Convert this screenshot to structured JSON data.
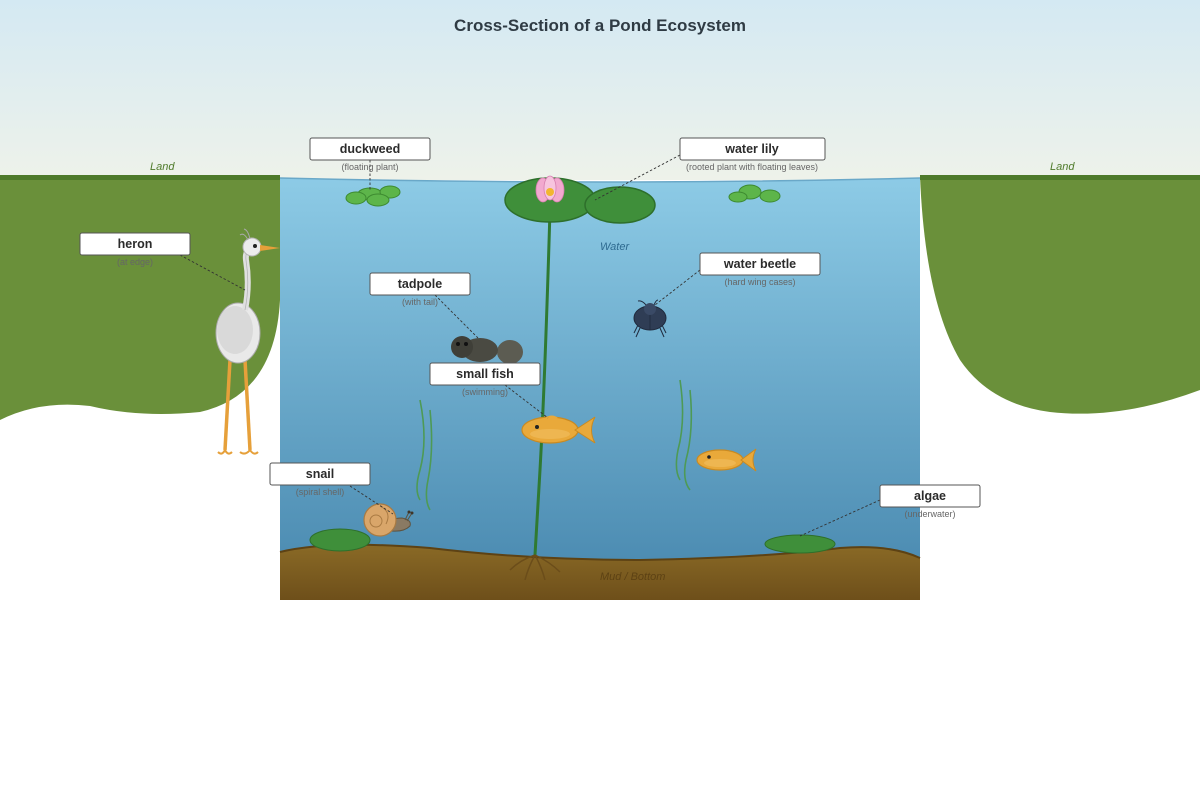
{
  "title": "Cross-Section of a Pond Ecosystem",
  "regions": {
    "land_left": "Land",
    "land_right": "Land",
    "water": "Water",
    "bottom": "Mud / Bottom"
  },
  "labels": {
    "duckweed": {
      "name": "duckweed",
      "note": "(floating plant)"
    },
    "water_lily": {
      "name": "water lily",
      "note": "(rooted plant with floating leaves)"
    },
    "heron": {
      "name": "heron",
      "note": "(at edge)"
    },
    "tadpole": {
      "name": "tadpole",
      "note": "(with tail)"
    },
    "water_beetle": {
      "name": "water beetle",
      "note": "(hard wing cases)"
    },
    "small_fish": {
      "name": "small fish",
      "note": "(swimming)"
    },
    "snail": {
      "name": "snail",
      "note": "(spiral shell)"
    },
    "algae": {
      "name": "algae",
      "note": "(underwater)"
    }
  },
  "colors": {
    "sky_top": "#d4e9f3",
    "sky_bottom": "#eef2ea",
    "land": "#6a903a",
    "land_edge": "#4e7a2a",
    "water_top": "#8dcbe6",
    "water_bottom": "#4686ad",
    "mud": "#7d5b1e",
    "lily_pad": "#3f8f3a",
    "fish": "#e9a93a",
    "beetle": "#2f3d55"
  }
}
